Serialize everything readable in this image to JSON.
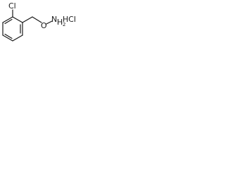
{
  "structure": {
    "atoms": {
      "chlorine_top": "Cl",
      "oxygen": "O",
      "amine_n": "N",
      "amine_h": "H",
      "amine_h_count": "2",
      "hcl": "HCl"
    }
  }
}
